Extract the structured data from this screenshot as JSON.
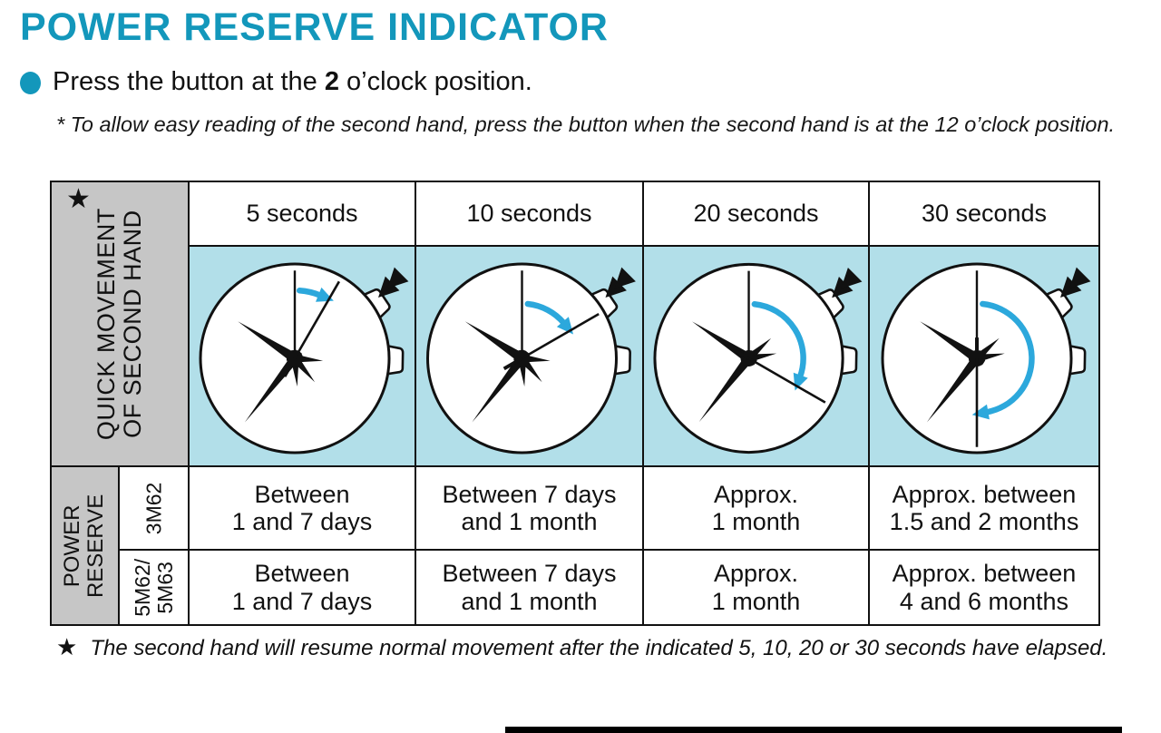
{
  "colors": {
    "accent": "#1397bb",
    "blue": "#b2dfe9",
    "gray": "#c6c6c6",
    "arrow_blue": "#2ca8dc",
    "line": "#111111"
  },
  "header": {
    "title": "POWER RESERVE INDICATOR",
    "instruction_pre": "Press the button at the ",
    "instruction_bold": "2",
    "instruction_post": " o’clock position.",
    "note_marker": "*",
    "note_text": " To allow easy reading of the second hand, press the button when the second hand is at the 12 o’clock position."
  },
  "table": {
    "corner": {
      "star": "★",
      "label_line1": "QUICK MOVEMENT",
      "label_line2": "OF SECOND HAND"
    },
    "columns": [
      {
        "label": "5 seconds",
        "seconds": 5
      },
      {
        "label": "10 seconds",
        "seconds": 10
      },
      {
        "label": "20 seconds",
        "seconds": 20
      },
      {
        "label": "30 seconds",
        "seconds": 30
      }
    ],
    "power_reserve": {
      "line1": "POWER",
      "line2": "RESERVE"
    },
    "rows": [
      {
        "model_line1": "3M62",
        "model_line2": "",
        "cells": [
          [
            "Between",
            "1 and 7 days"
          ],
          [
            "Between 7 days",
            "and 1 month"
          ],
          [
            "Approx.",
            "1 month"
          ],
          [
            "Approx. between",
            "1.5 and 2 months"
          ]
        ]
      },
      {
        "model_line1": "5M62/",
        "model_line2": "5M63",
        "cells": [
          [
            "Between",
            "1 and 7 days"
          ],
          [
            "Between 7 days",
            "and 1 month"
          ],
          [
            "Approx.",
            "1 month"
          ],
          [
            "Approx. between",
            "4 and 6 months"
          ]
        ]
      }
    ]
  },
  "footnote": {
    "marker": "★",
    "text": "The second hand will resume normal movement after the indicated 5, 10, 20 or 30 seconds have elapsed."
  }
}
